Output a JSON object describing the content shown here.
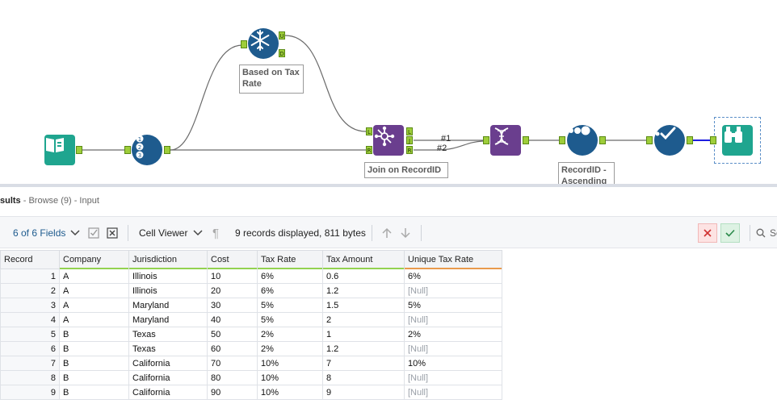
{
  "canvas": {
    "annotations": {
      "unique": "Based on Tax Rate",
      "join": "Join on RecordID",
      "sort": "RecordID - Ascending"
    },
    "wire_labels": {
      "j1": "#1",
      "j2": "#2"
    },
    "anchors": {
      "u": "U",
      "d": "D",
      "l": "L",
      "r": "R",
      "j": "J"
    },
    "colors": {
      "input": "#1fa58f",
      "record_id": "#1e5b8e",
      "unique": "#1e5b8e",
      "join": "#6a3e8e",
      "dynamic_rename": "#6a3e8e",
      "sort": "#1e5b8e",
      "select": "#1e5b8e",
      "browse": "#1fa58f",
      "wire_blue": "#1d1de0"
    }
  },
  "results": {
    "title_bold": "sults",
    "title_rest": "- Browse (9) - Input"
  },
  "toolbar": {
    "fields_label": "6 of 6 Fields",
    "viewer_label": "Cell Viewer",
    "status": "9 records displayed, 811 bytes",
    "search_placeholder": "Se"
  },
  "table": {
    "columns": [
      "Record",
      "Company",
      "Jurisdiction",
      "Cost",
      "Tax Rate",
      "Tax Amount",
      "Unique Tax Rate"
    ],
    "rows": [
      [
        "1",
        "A",
        "Illinois",
        "10",
        "6%",
        "0.6",
        "6%"
      ],
      [
        "2",
        "A",
        "Illinois",
        "20",
        "6%",
        "1.2",
        "[Null]"
      ],
      [
        "3",
        "A",
        "Maryland",
        "30",
        "5%",
        "1.5",
        "5%"
      ],
      [
        "4",
        "A",
        "Maryland",
        "40",
        "5%",
        "2",
        "[Null]"
      ],
      [
        "5",
        "B",
        "Texas",
        "50",
        "2%",
        "1",
        "2%"
      ],
      [
        "6",
        "B",
        "Texas",
        "60",
        "2%",
        "1.2",
        "[Null]"
      ],
      [
        "7",
        "B",
        "California",
        "70",
        "10%",
        "7",
        "10%"
      ],
      [
        "8",
        "B",
        "California",
        "80",
        "10%",
        "8",
        "[Null]"
      ],
      [
        "9",
        "B",
        "California",
        "90",
        "10%",
        "9",
        "[Null]"
      ]
    ]
  }
}
